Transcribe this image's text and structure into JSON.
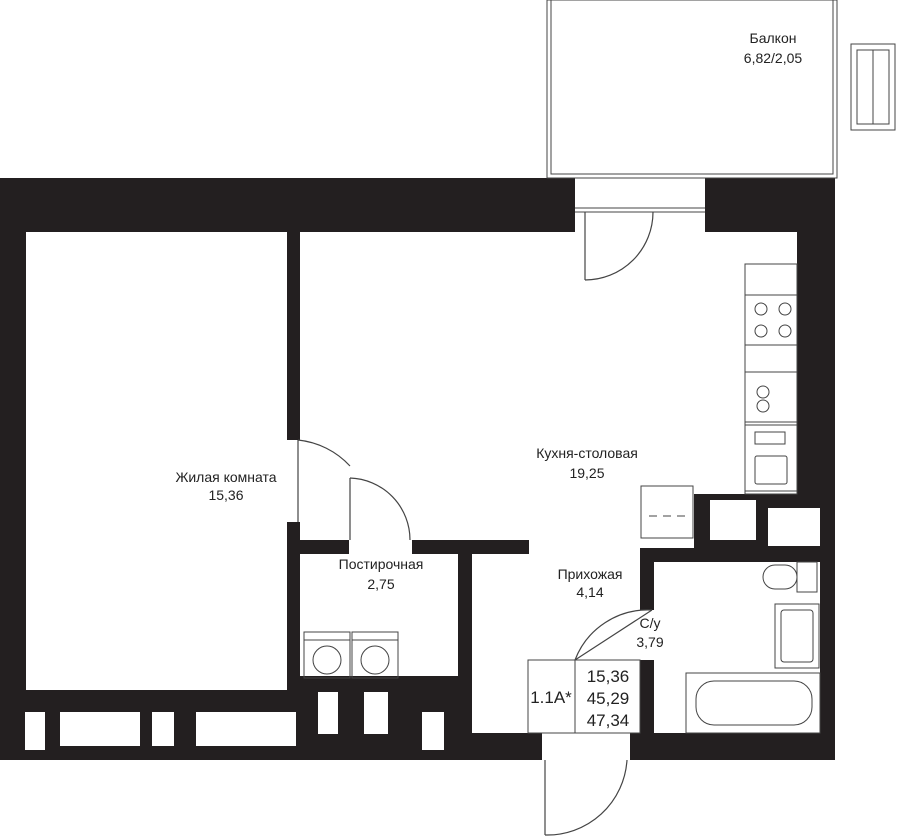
{
  "rooms": {
    "balcony": {
      "name": "Балкон",
      "area": "6,82/2,05"
    },
    "living": {
      "name": "Жилая комната",
      "area": "15,36"
    },
    "kitchen": {
      "name": "Кухня-столовая",
      "area": "19,25"
    },
    "laundry": {
      "name": "Постирочная",
      "area": "2,75"
    },
    "hall": {
      "name": "Прихожая",
      "area": "4,14"
    },
    "bath": {
      "name": "С/у",
      "area": "3,79"
    }
  },
  "apartment": {
    "type": "1.1А*",
    "living_area": "15,36",
    "total_area": "45,29",
    "area_with_balcony": "47,34"
  },
  "colors": {
    "wall": "#231f20",
    "line": "#444444",
    "background": "#ffffff"
  }
}
